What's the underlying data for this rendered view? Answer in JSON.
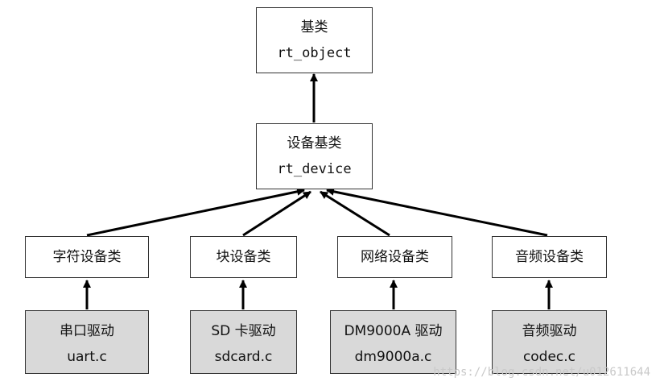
{
  "base": {
    "title": "基类",
    "sub": "rt_object"
  },
  "device": {
    "title": "设备基类",
    "sub": "rt_device"
  },
  "categories": [
    {
      "label": "字符设备类"
    },
    {
      "label": "块设备类"
    },
    {
      "label": "网络设备类"
    },
    {
      "label": "音频设备类"
    }
  ],
  "drivers": [
    {
      "title": "串口驱动",
      "file": "uart.c"
    },
    {
      "title": "SD 卡驱动",
      "file": "sdcard.c"
    },
    {
      "title": "DM9000A 驱动",
      "file": "dm9000a.c"
    },
    {
      "title": "音频驱动",
      "file": "codec.c"
    }
  ],
  "watermark": "https://blog.csdn.net/u012611644",
  "colors": {
    "driver_fill": "#d9d9d9",
    "line": "#000000"
  }
}
